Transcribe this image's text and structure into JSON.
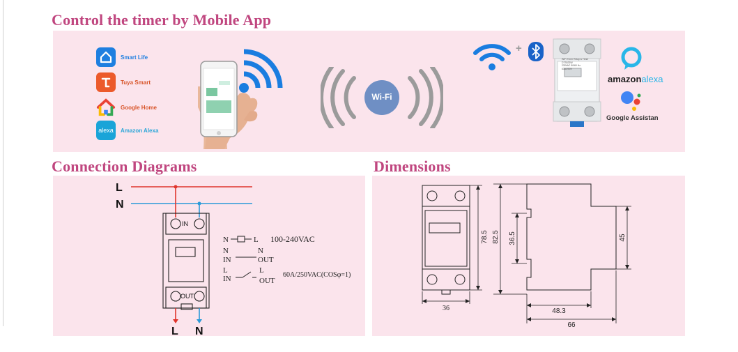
{
  "sections": {
    "app_title": "Control the timer by Mobile App",
    "connection_title": "Connection Diagrams",
    "dimensions_title": "Dimensions"
  },
  "apps": [
    {
      "label": "Smart Life",
      "color": "#1e7fe0",
      "icon": "home-icon"
    },
    {
      "label": "Tuya Smart",
      "color": "#ec5a2b",
      "icon": "tuya-icon"
    },
    {
      "label": "Google Home",
      "color": "#d8552a",
      "icon": "google-home-icon"
    },
    {
      "label": "Amazon Alexa",
      "color": "#2aa6d8",
      "icon": "alexa-icon",
      "icon_text": "alexa"
    }
  ],
  "wifi_badge": "Wi-Fi",
  "plus": "+",
  "device_text": {
    "brand_line": "WiFi Timer Relay & Timer",
    "model": "DTS633W",
    "spec1": "230VAC 50/60 Hz",
    "spec2": "63A/250V"
  },
  "alexa": {
    "amazon": "amazon",
    "alexa": "alexa"
  },
  "google_assistant": "Google Assistan",
  "colors": {
    "title": "#c0467f",
    "panel": "#fbe4ec",
    "live": "#e0342c",
    "neutral": "#2a9ad8",
    "wifi": "#1a7de0"
  },
  "connection": {
    "line_L": "L",
    "line_N": "N",
    "in_label": "IN",
    "out_label": "OUT",
    "out_L": "L",
    "out_N": "N",
    "legend": {
      "row1_left": "N",
      "row1_right": "L",
      "voltage": "100-240VAC",
      "row2_top_left": "N",
      "row2_top_right": "N",
      "row2_bottom_left": "IN",
      "row2_bottom_right": "OUT",
      "row3_top_left": "L",
      "row3_top_right": "L",
      "row3_bottom_left": "IN",
      "row3_bottom_right": "OUT",
      "rating": "60A/250VAC(COSφ=1)"
    }
  },
  "dimensions": {
    "height_outer": "82.5",
    "height_front": "78.5",
    "width_front": "36",
    "height_window": "36.5",
    "depth_step": "48.3",
    "depth_total": "66",
    "height_right": "45"
  }
}
